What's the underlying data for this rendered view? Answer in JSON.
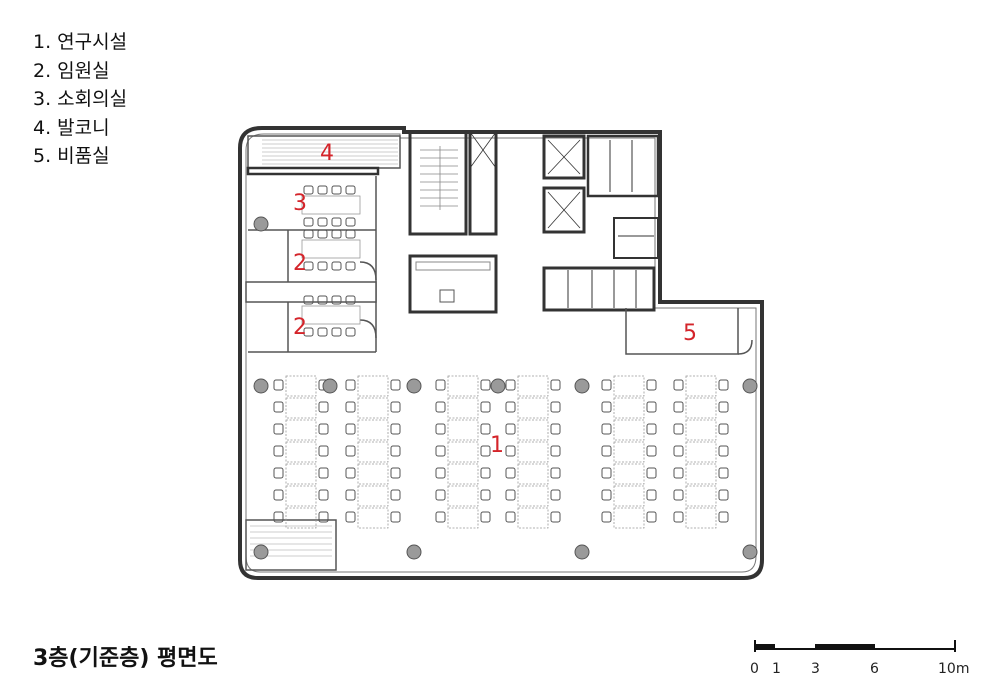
{
  "legend": [
    "1. 연구시설",
    "2. 임원실",
    "3. 소회의실",
    "4. 발코니",
    "5. 비품실"
  ],
  "room_labels": {
    "r1": "1",
    "r2a": "2",
    "r2b": "2",
    "r3": "3",
    "r4": "4",
    "r5": "5"
  },
  "title": "3층(기준층) 평면도",
  "scale_bar": {
    "ticks": [
      "0",
      "1",
      "3",
      "6",
      "10m"
    ]
  },
  "colors": {
    "label": "#d4242a",
    "wall": "#333333",
    "column": "#9a9a9a"
  }
}
